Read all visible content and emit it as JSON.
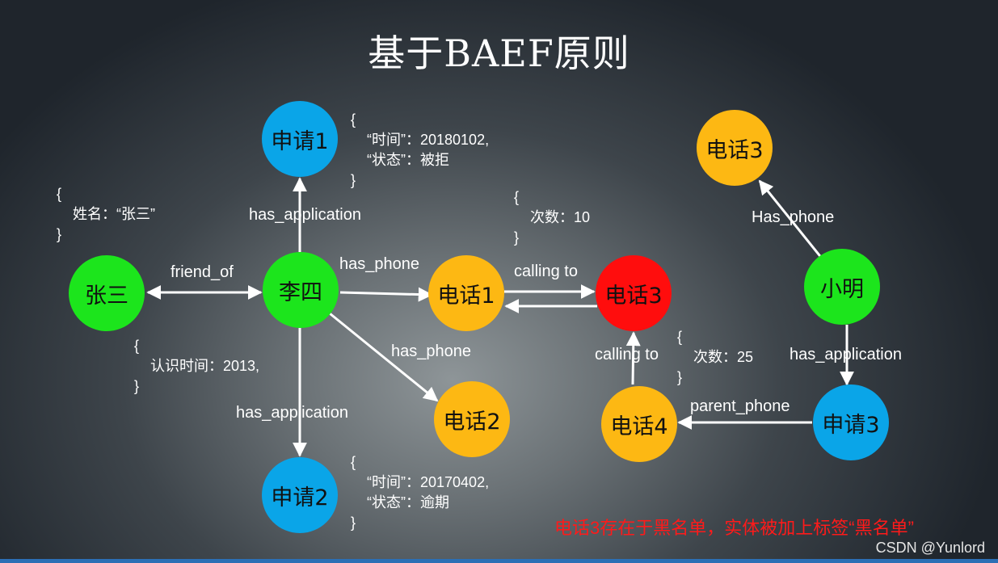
{
  "title": "基于BAEF原则",
  "colors": {
    "application": "#0aa5e8",
    "phone": "#fdb813",
    "person": "#1ce51c",
    "blacklisted": "#ff0d0d",
    "note": "#ff1a1a"
  },
  "nodes": {
    "zhangsan": "张三",
    "lisi": "李四",
    "app1": "申请1",
    "app2": "申请2",
    "app3": "申请3",
    "phone1": "电话1",
    "phone2": "电话2",
    "phone3_red": "电话3",
    "phone3_top": "电话3",
    "phone4": "电话4",
    "xiaoming": "小明"
  },
  "edges": {
    "friend_of": "friend_of",
    "lisi_app1": "has_application",
    "lisi_app2": "has_application",
    "lisi_phone1": "has_phone",
    "lisi_phone2": "has_phone",
    "phone1_phone3": "calling to",
    "phone4_phone3": "calling to",
    "xiaoming_phone3": "Has_phone",
    "xiaoming_app3": "has_application",
    "app3_phone4": "parent_phone"
  },
  "properties": {
    "app1": [
      "{",
      "“时间”：20180102,",
      "“状态”：被拒",
      "}"
    ],
    "zhangsan": [
      "{",
      "姓名：“张三”",
      "}"
    ],
    "calls1": [
      "{",
      "次数：10",
      "}"
    ],
    "friendship": [
      "{",
      "认识时间：2013,",
      "}"
    ],
    "calls2": [
      "{",
      "次数：25",
      "}"
    ],
    "app2": [
      "{",
      "“时间”：20170402,",
      "“状态”：逾期",
      "}"
    ]
  },
  "note": "电话3存在于黑名单，实体被加上标签“黑名单”",
  "watermark": "CSDN @Yunlord"
}
